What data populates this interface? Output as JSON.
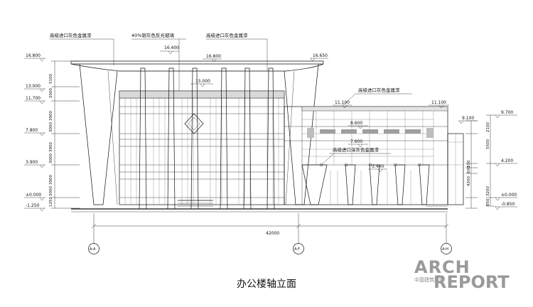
{
  "drawing": {
    "caption": "办公楼轴立面",
    "notes": [
      "高级进口灰色金属漆",
      "40%银灰色反光玻璃",
      "高级进口灰色金属漆",
      "高级进口灰色金属漆",
      "高级进口深灰色金属漆"
    ],
    "elev_left": [
      "16.800",
      "13.000",
      "11.700",
      "7.800",
      "3.900",
      "±0.000",
      "-1.250"
    ],
    "elev_main": [
      "16.400",
      "16.800",
      "16.650",
      "15.000",
      "11.100",
      "11.100",
      "8.600",
      "7.600",
      "3.400"
    ],
    "elev_right": [
      "9.100",
      "9.700",
      "4.200",
      "±0.000",
      "-0.850"
    ],
    "dims_left": [
      "5100",
      "2000",
      "3900",
      "3000",
      "3900",
      "3000",
      "3900",
      "3000",
      "1250"
    ],
    "dims_right": [
      "2100",
      "5500",
      "3200",
      "4200",
      "200",
      "600",
      "850"
    ],
    "overall_dim": "42000",
    "axes": [
      "A-A",
      "A-F",
      "A-H"
    ]
  },
  "watermark": {
    "line1": "ARCH",
    "line2": "REPORT",
    "sub": "中国建筑报道"
  }
}
